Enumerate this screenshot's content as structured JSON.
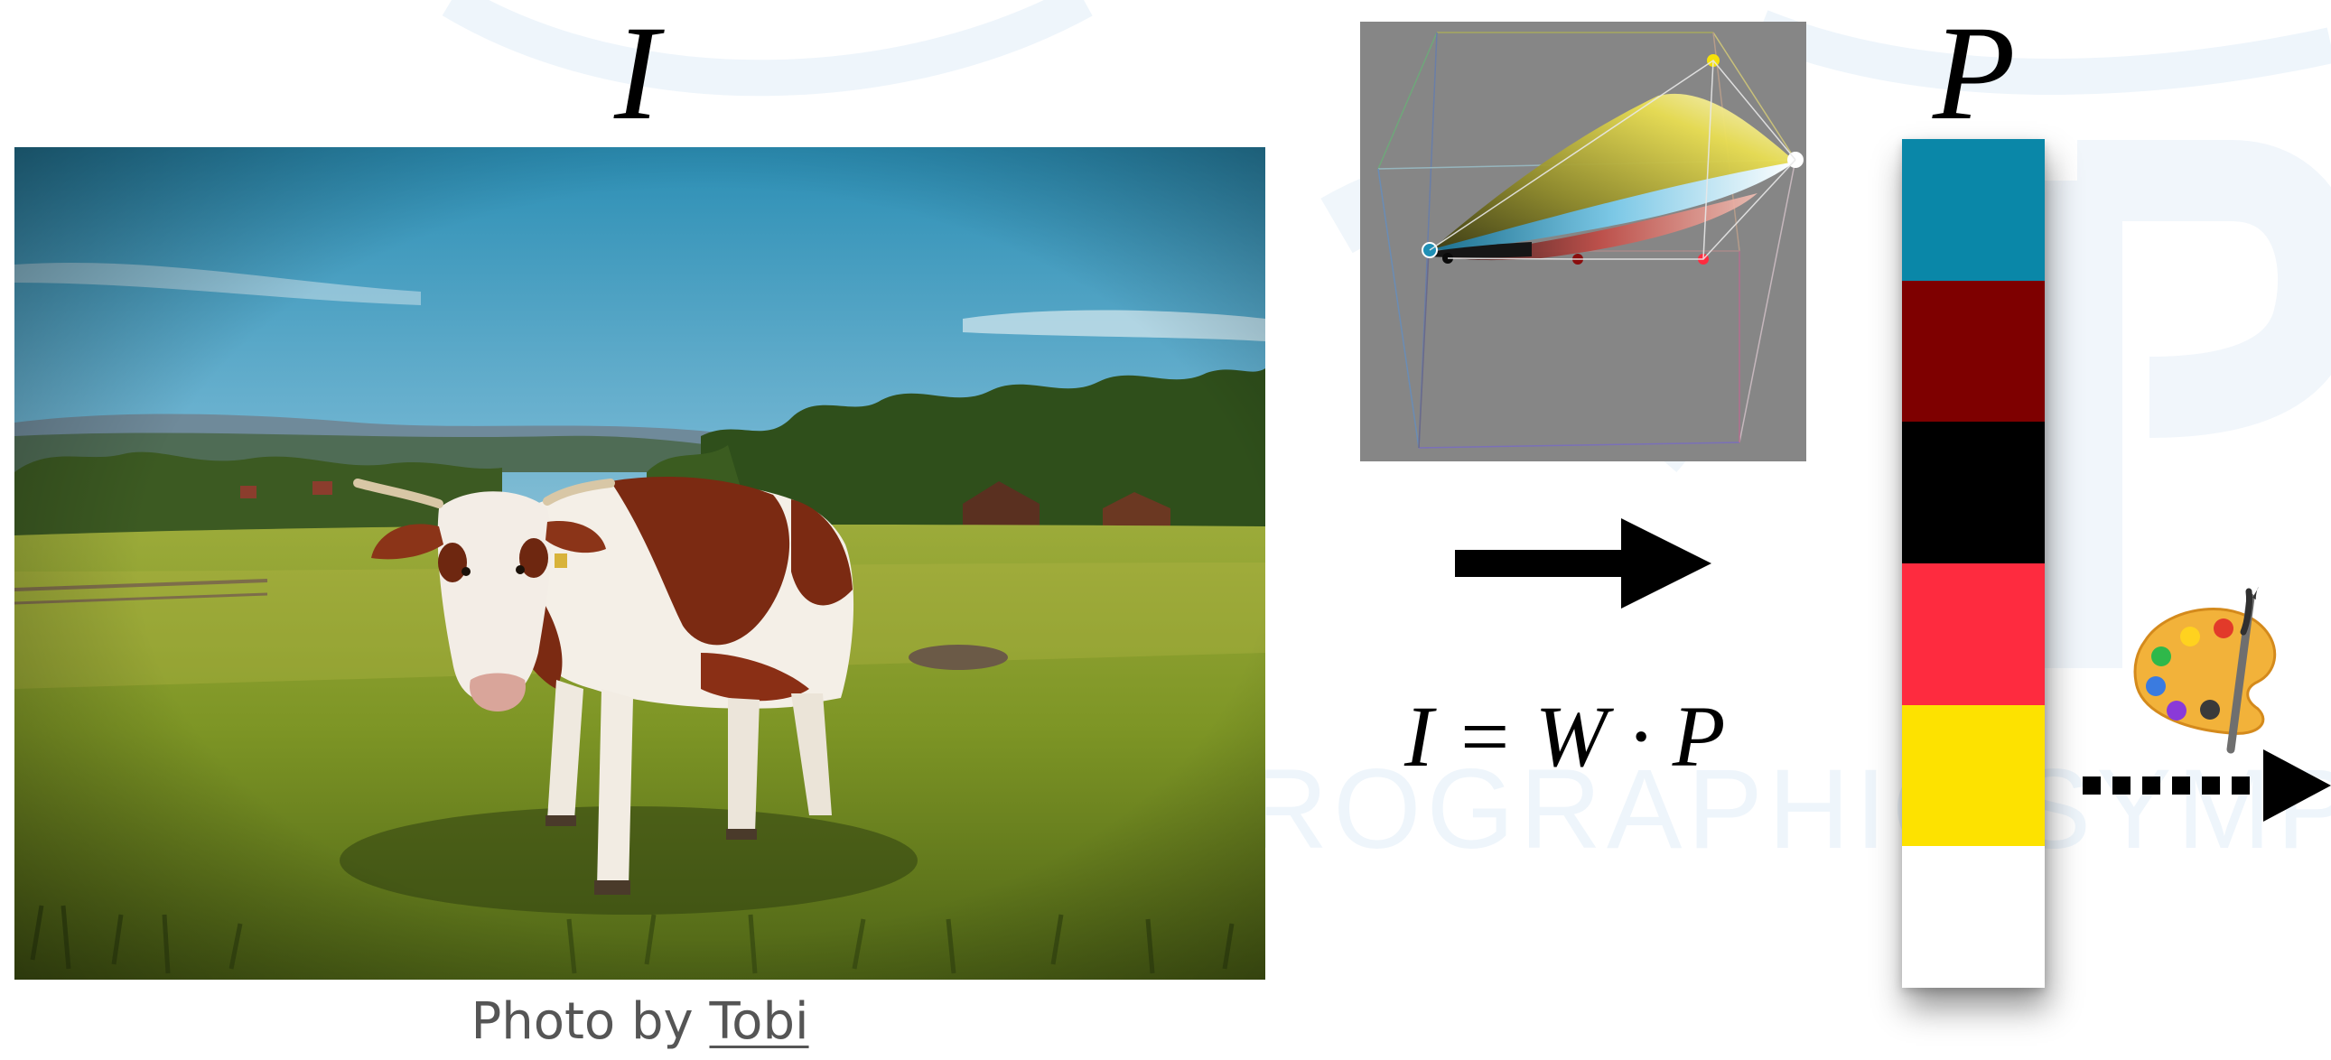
{
  "figure": {
    "image_symbol": "I",
    "palette_symbol": "P",
    "equation": "I = W · P",
    "caption": {
      "prefix": "Photo by ",
      "author_link": "Tobi"
    },
    "watermark_text": "ROGRAPHIC SYMP"
  },
  "palette": {
    "colors": [
      "#0a87a8",
      "#7e0000",
      "#000000",
      "#fe2b3f",
      "#fde200",
      "#ffffff"
    ]
  },
  "icons": {
    "arrow": "right-arrow-icon",
    "dotted_arrow": "dotted-right-arrow-icon",
    "paint": "paint-palette-icon"
  }
}
